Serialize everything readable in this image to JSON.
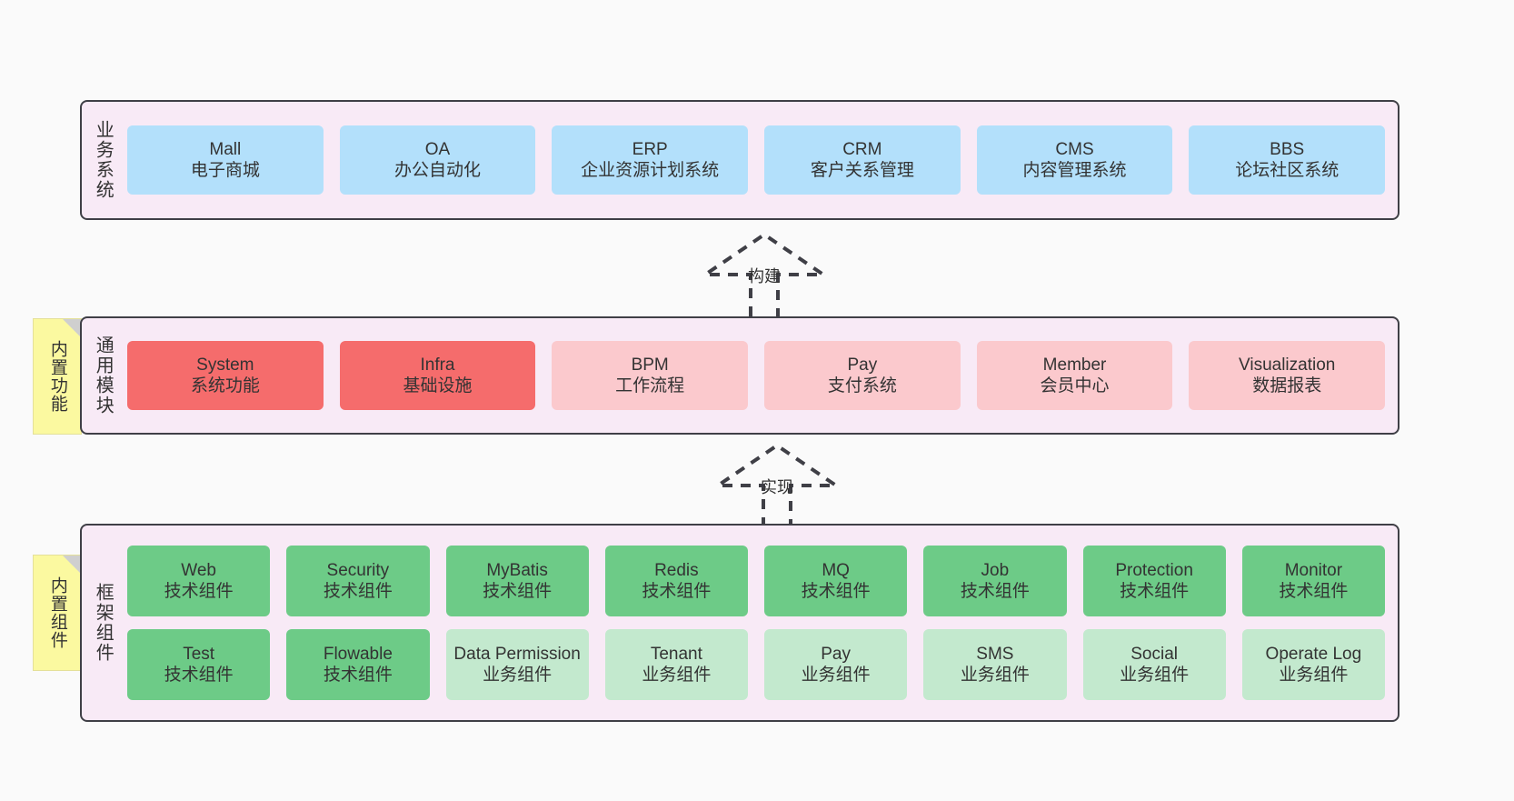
{
  "layers": [
    {
      "key": "business",
      "title": "业务系统",
      "rows": [
        [
          {
            "en": "Mall",
            "cn": "电子商城",
            "color": "blue"
          },
          {
            "en": "OA",
            "cn": "办公自动化",
            "color": "blue"
          },
          {
            "en": "ERP",
            "cn": "企业资源计划系统",
            "color": "blue"
          },
          {
            "en": "CRM",
            "cn": "客户关系管理",
            "color": "blue"
          },
          {
            "en": "CMS",
            "cn": "内容管理系统",
            "color": "blue"
          },
          {
            "en": "BBS",
            "cn": "论坛社区系统",
            "color": "blue"
          }
        ]
      ]
    },
    {
      "key": "common",
      "title": "通用模块",
      "rows": [
        [
          {
            "en": "System",
            "cn": "系统功能",
            "color": "red"
          },
          {
            "en": "Infra",
            "cn": "基础设施",
            "color": "red"
          },
          {
            "en": "BPM",
            "cn": "工作流程",
            "color": "pink"
          },
          {
            "en": "Pay",
            "cn": "支付系统",
            "color": "pink"
          },
          {
            "en": "Member",
            "cn": "会员中心",
            "color": "pink"
          },
          {
            "en": "Visualization",
            "cn": "数据报表",
            "color": "pink"
          }
        ]
      ]
    },
    {
      "key": "framework",
      "title": "框架组件",
      "rows": [
        [
          {
            "en": "Web",
            "cn": "技术组件",
            "color": "green"
          },
          {
            "en": "Security",
            "cn": "技术组件",
            "color": "green"
          },
          {
            "en": "MyBatis",
            "cn": "技术组件",
            "color": "green"
          },
          {
            "en": "Redis",
            "cn": "技术组件",
            "color": "green"
          },
          {
            "en": "MQ",
            "cn": "技术组件",
            "color": "green"
          },
          {
            "en": "Job",
            "cn": "技术组件",
            "color": "green"
          },
          {
            "en": "Protection",
            "cn": "技术组件",
            "color": "green"
          },
          {
            "en": "Monitor",
            "cn": "技术组件",
            "color": "green"
          }
        ],
        [
          {
            "en": "Test",
            "cn": "技术组件",
            "color": "green"
          },
          {
            "en": "Flowable",
            "cn": "技术组件",
            "color": "green"
          },
          {
            "en": "Data Permission",
            "cn": "业务组件",
            "color": "lightgreen"
          },
          {
            "en": "Tenant",
            "cn": "业务组件",
            "color": "lightgreen"
          },
          {
            "en": "Pay",
            "cn": "业务组件",
            "color": "lightgreen"
          },
          {
            "en": "SMS",
            "cn": "业务组件",
            "color": "lightgreen"
          },
          {
            "en": "Social",
            "cn": "业务组件",
            "color": "lightgreen"
          },
          {
            "en": "Operate Log",
            "cn": "业务组件",
            "color": "lightgreen"
          }
        ]
      ]
    }
  ],
  "stickies": {
    "builtin_function": "内置功能",
    "builtin_component": "内置组件"
  },
  "arrows": {
    "build": "构建",
    "realize": "实现"
  },
  "colors": {
    "panel_background": "#f8eaf6",
    "panel_border": "#3f3f46",
    "blue": "#b3e0fb",
    "red": "#f56c6c",
    "pink": "#fbc9cd",
    "green": "#6dcb87",
    "lightgreen": "#c3e9ce",
    "sticky": "#fbf9a0",
    "page_background": "#fafafa",
    "text": "#333333"
  }
}
